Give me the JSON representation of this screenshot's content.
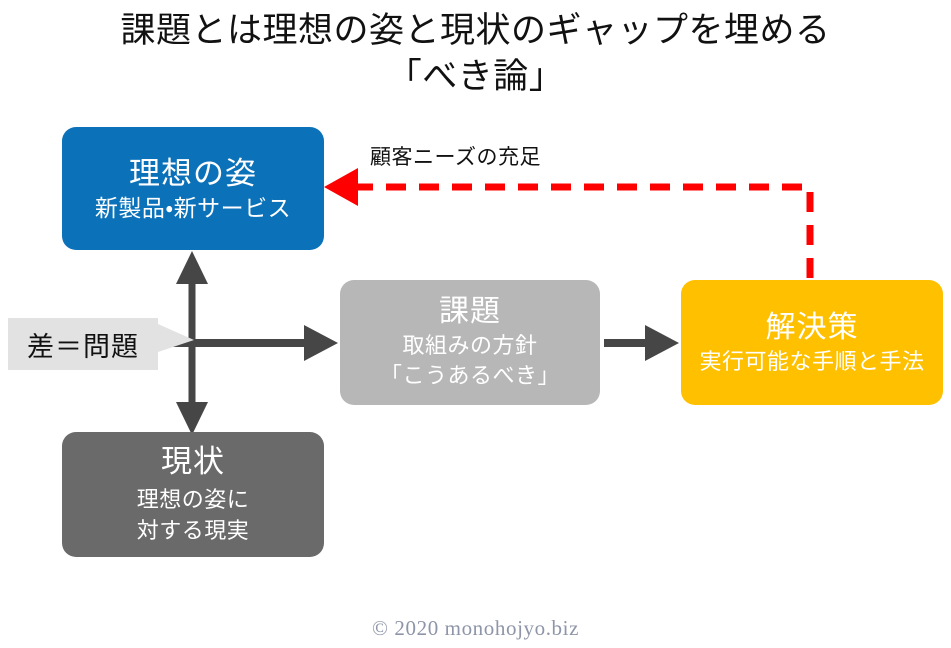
{
  "title": "課題とは理想の姿と現状のギャップを埋める\n「べき論」",
  "nodes": {
    "ideal": {
      "head": "理想の姿",
      "sub": "新製品・新サービス",
      "color": "#0b72ba",
      "text_color": "#ffffff"
    },
    "current": {
      "head": "現状",
      "sub": "理想の姿に\n対する現実",
      "color": "#6a6a6a",
      "text_color": "#ffffff"
    },
    "task": {
      "head": "課題",
      "sub": "取組みの方針\n「こうあるべき」",
      "color": "#b7b7b7",
      "text_color": "#ffffff"
    },
    "solution": {
      "head": "解決策",
      "sub": "実行可能な手順と手法",
      "color": "#ffc000",
      "text_color": "#ffffff"
    }
  },
  "callout": {
    "gap_label": "差＝問題",
    "background": "#e2e2e2"
  },
  "connectors": {
    "gap_arrow_label": "",
    "feedback_label": "顧客ニーズの充足",
    "feedback_color": "#ff0000",
    "flow_color": "#464646"
  },
  "footer": {
    "copyright": "© 2020 monohojyo.biz",
    "color": "#8e95a8"
  }
}
